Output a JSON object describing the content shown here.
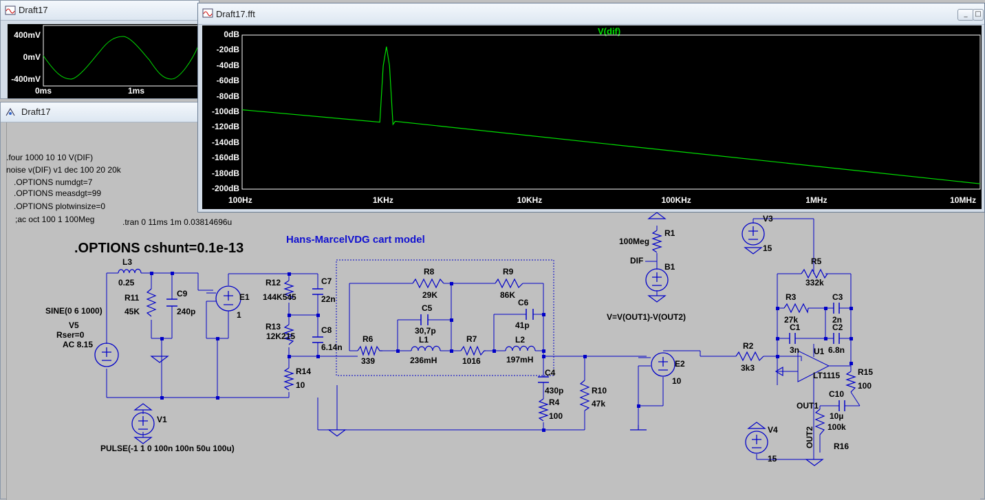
{
  "windows": {
    "waveform": {
      "title": "Draft17",
      "y_ticks": [
        "400mV",
        "0mV",
        "-400mV"
      ],
      "x_ticks": [
        "0ms",
        "1ms"
      ]
    },
    "fft": {
      "title": "Draft17.fft",
      "trace_name": "V(dif)",
      "trace_color": "#00e000",
      "y_ticks": [
        "0dB",
        "-20dB",
        "-40dB",
        "-60dB",
        "-80dB",
        "-100dB",
        "-120dB",
        "-140dB",
        "-160dB",
        "-180dB",
        "-200dB"
      ],
      "x_ticks": [
        "100Hz",
        "1KHz",
        "10KHz",
        "100KHz",
        "1MHz",
        "10MHz"
      ],
      "buttons": {
        "minimize": "_",
        "restore": "□"
      }
    },
    "schematic": {
      "title": "Draft17"
    }
  },
  "chart_data": {
    "type": "line",
    "title": "V(dif)",
    "x_scale": "log",
    "xlim": [
      100,
      13000000
    ],
    "ylim": [
      -200,
      0
    ],
    "series": [
      {
        "name": "V(dif)",
        "color": "#00e000",
        "x": [
          100,
          900,
          950,
          1000,
          1050,
          1110,
          1150,
          13000000
        ],
        "y": [
          -97,
          -113,
          -40,
          -15,
          -40,
          -116,
          -112,
          -193
        ]
      }
    ]
  },
  "schematic": {
    "directives": [
      ".four 1000 10 10 V(DIF)",
      "noise v(DIF) v1 dec 100 20 20k",
      ".OPTIONS numdgt=7",
      ".OPTIONS measdgt=99",
      ".OPTIONS plotwinsize=0",
      ";ac oct 100 1 100Meg",
      ".tran 0 11ms 1m 0.03814696u"
    ],
    "cshunt": ".OPTIONS cshunt=0.1e-13",
    "header": "Hans-MarcelVDG cart model",
    "equation": "V=V(OUT1)-V(OUT2)",
    "labels": {
      "L3": "L3",
      "L3v": "0.25",
      "R11": "R11",
      "R11v": "45K",
      "C9": "C9",
      "C9v": "240p",
      "E1": "E1",
      "E1v": "1",
      "R12": "R12",
      "R12v": "144K545",
      "R13": "R13",
      "R13v": "12K215",
      "R14": "R14",
      "R14v": "10",
      "C7": "C7",
      "C7v": "22n",
      "C8": "C8",
      "C8v": "6.14n",
      "R6": "R6",
      "R6v": "339",
      "R8": "R8",
      "R8v": "29K",
      "R9": "R9",
      "R9v": "86K",
      "C5": "C5",
      "C5v": "30,7p",
      "L1": "L1",
      "L1v": "236mH",
      "R7": "R7",
      "R7v": "1016",
      "C6": "C6",
      "C6v": "41p",
      "L2": "L2",
      "L2v": "197mH",
      "C4": "C4",
      "C4v": "430p",
      "R4": "R4",
      "R4v": "100",
      "R10": "R10",
      "R10v": "47k",
      "E2": "E2",
      "E2v": "10",
      "R2": "R2",
      "R2v": "3k3",
      "R1": "R1",
      "R1v": "100Meg",
      "DIF": "DIF",
      "B1": "B1",
      "V3": "V3",
      "V3v": "15",
      "R5": "R5",
      "R5v": "332k",
      "R3": "R3",
      "R3v": "27k",
      "C3": "C3",
      "C3v": "2n",
      "C1": "C1",
      "C1v": "3n",
      "C2": "C2",
      "C2v": "6.8n",
      "U1": "U1",
      "U1v": "LT1115",
      "R15": "R15",
      "R15v": "100",
      "OUT1": "OUT1",
      "C10": "C10",
      "C10v": "10µ",
      "R16v": "100k",
      "R16": "R16",
      "V4": "V4",
      "V4v": "15",
      "OUT2": "OUT2",
      "V5": "V5",
      "V5line1": "SINE(0 6 1000)",
      "V5line2": "Rser=0",
      "V5line3": "AC 8.15",
      "V1": "V1",
      "V1v": "PULSE(-1 1 0 100n 100n 50u 100u)"
    }
  }
}
